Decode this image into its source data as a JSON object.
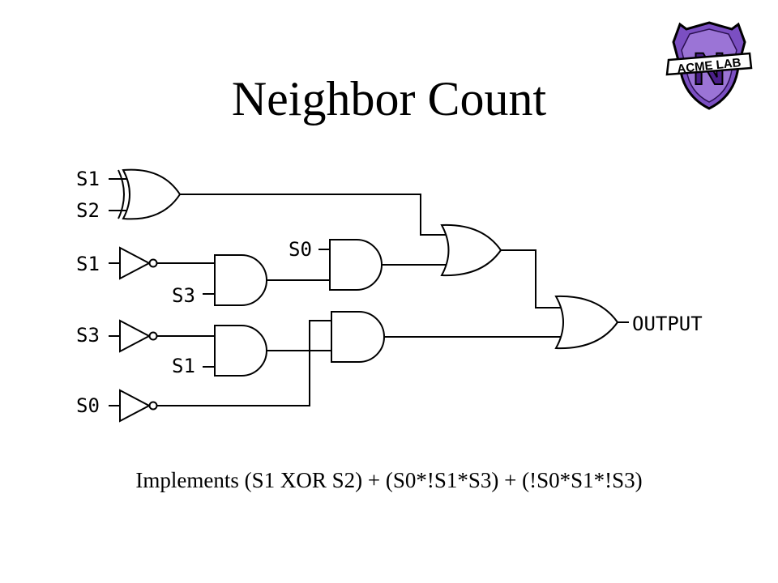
{
  "slide": {
    "title": "Neighbor Count",
    "caption": "Implements (S1 XOR S2) + (S0*!S1*S3) + (!S0*S1*!S3)"
  },
  "logo": {
    "text": "ACME LAB",
    "letter": "N",
    "colors": {
      "shield": "#7b4fc2",
      "outline": "#000000",
      "letter": "#4b1f8a"
    }
  },
  "circuit": {
    "labels": {
      "xor_in1": "S1",
      "xor_in2": "S2",
      "not1_in": "S1",
      "and1_in": "S3",
      "and2_in": "S0",
      "not2_in": "S3",
      "and3_in": "S1",
      "not3_in": "S0",
      "output": "OUTPUT"
    }
  }
}
